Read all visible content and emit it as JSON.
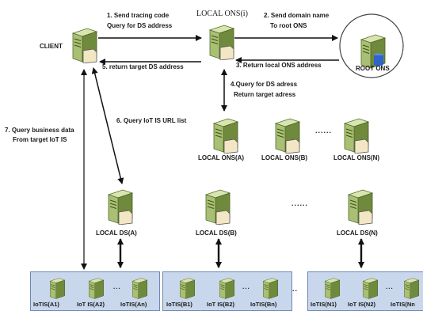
{
  "nodes": {
    "client": "CLIENT",
    "local_ons_i": "LOCAL ONS(i)",
    "root_ons": "ROOT ONS",
    "local_ons_a": "LOCAL ONS(A)",
    "local_ons_b": "LOCAL ONS(B)",
    "local_ons_n": "LOCAL ONS(N)",
    "local_ds_a": "LOCAL DS(A)",
    "local_ds_b": "LOCAL DS(B)",
    "local_ds_n": "LOCAL DS(N)"
  },
  "steps": {
    "s1_line1": "1. Send tracing code",
    "s1_line2": "Query for DS address",
    "s2_line1": "2. Send domain name",
    "s2_line2": "To root ONS",
    "s3": "3. Return local ONS address",
    "s4_line1": "4.Query for DS adress",
    "s4_line2": "Return target adress",
    "s5": "5. return target DS address",
    "s6": "6. Query IoT IS URL list",
    "s7_line1": "7. Query business data",
    "s7_line2": "From target IoT IS"
  },
  "ellipsis": "......",
  "small_ellipsis": "...",
  "groups": {
    "a": [
      "IoTIS(A1)",
      "IoT IS(A2)",
      "IoTIS(An)"
    ],
    "b": [
      "IoTIS(B1)",
      "IoT IS(B2)",
      "IoTIS(Bn)"
    ],
    "n": [
      "IoTIS(N1)",
      "IoT IS(N2)",
      "IoTIS(Nn"
    ]
  },
  "colors": {
    "server_front": "#a9bf73",
    "server_side": "#6f8a3c",
    "server_top": "#d8e5ae",
    "document": "#f3e6c5",
    "group_fill": "#c9d7ec",
    "root_cylinder": "#2f64c8",
    "arrow": "#111111"
  }
}
